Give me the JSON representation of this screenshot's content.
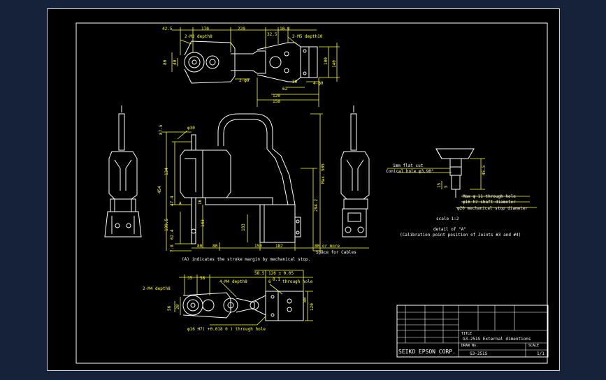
{
  "colors": {
    "page_background": "#16213a",
    "sheet_background": "#000000",
    "geometry": "#ffffff",
    "dimensions": "#ffff33"
  },
  "top_view": {
    "dims_top": [
      "42.5",
      "170",
      "220",
      "32.5",
      "10.9"
    ],
    "note_depth": "2-M3 depth8",
    "note_depth10": "2-M5 depth10",
    "dims_right": [
      "100",
      "140"
    ],
    "dims_left": [
      "80",
      "40"
    ],
    "note_holes_left": "2-φ9",
    "note_holes_right": "4-φ9",
    "dims_bottom": [
      "62",
      "20",
      "120",
      "158"
    ]
  },
  "side_view": {
    "dims_left": [
      "87.5",
      "φ30",
      "134",
      "454",
      "47.4",
      "199.5",
      "62.4",
      "7.8"
    ],
    "label_a": "A",
    "dims_inner": [
      "16",
      "143",
      "183"
    ],
    "dims_right": [
      "Max. 505",
      "294.2"
    ],
    "dims_bottom": [
      "80",
      "80",
      "150",
      "187",
      "80 or more"
    ],
    "space_note": "Space for Cables",
    "stroke_note": "(A) indicates the stroke margin by mechanical stop."
  },
  "detail": {
    "labels": [
      "1mm flat cut",
      "Conical hole φ3,90°",
      "Max φ 11  through hole",
      "φ16 h7 shaft diameter",
      "φ20 mechanical stop diameter"
    ],
    "dims": [
      "45.5",
      "15",
      "5"
    ],
    "scale": "scale 1:2",
    "caption_1": "detail of \"A\"",
    "caption_2": "(Calibration point position of Joints #3 and #4)"
  },
  "bottom_view": {
    "dims_top": [
      "58.5",
      "126 ± 0.05",
      "35",
      "58",
      "6",
      "0.1"
    ],
    "note_depth8": "4-M4 depth8",
    "note_through": "through hole",
    "note_m4": "2-M4 depth8",
    "dims_left": [
      "56",
      "20"
    ],
    "dims_right": [
      "80",
      "120"
    ],
    "note_bottom": "φ16 H7( +0.018 0 ) through hole"
  },
  "title_block": {
    "title_label": "TITLE",
    "title": "G3-251S External dimentions",
    "scale_label": "SCALE",
    "company": "SEIKO EPSON CORP.",
    "model_label": "DRAW No.",
    "model": "G3-251S",
    "sheet": "1/1"
  }
}
